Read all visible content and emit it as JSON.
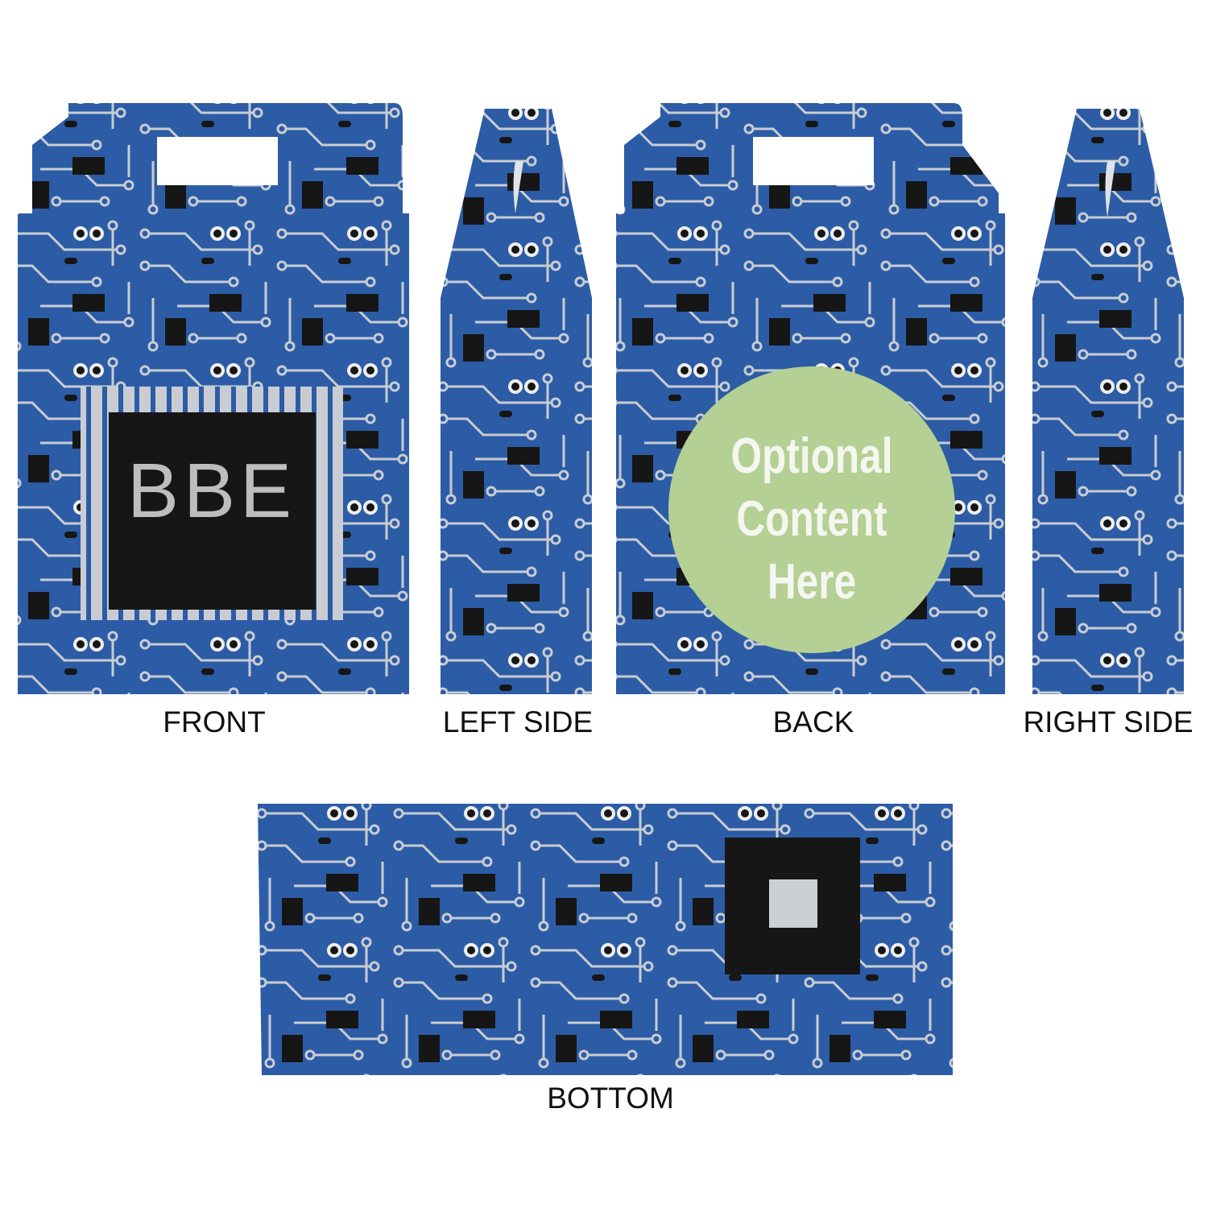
{
  "panels": {
    "front": {
      "label": "FRONT",
      "monogram": "BBE"
    },
    "left": {
      "label": "LEFT SIDE"
    },
    "back": {
      "label": "BACK",
      "badge": {
        "line1": "Optional",
        "line2": "Content",
        "line3": "Here"
      }
    },
    "right": {
      "label": "RIGHT SIDE"
    },
    "bottom": {
      "label": "BOTTOM"
    }
  },
  "colors": {
    "board": "#2c5ca5",
    "trace": "#c9cdd3",
    "chip": "#161616",
    "badge": "#b4d094",
    "monogram": "#bdbdbd"
  }
}
